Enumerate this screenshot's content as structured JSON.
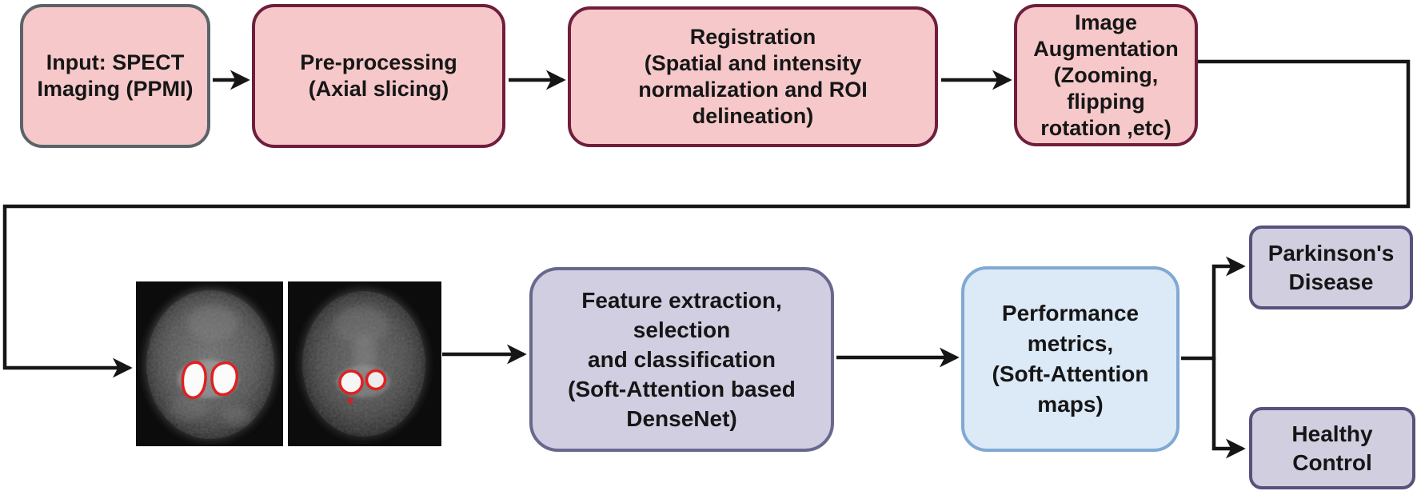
{
  "flowchart": {
    "stages": [
      {
        "id": "input",
        "label": "Input: SPECT\nImaging (PPMI)"
      },
      {
        "id": "preprocessing",
        "label": "Pre-processing\n(Axial slicing)"
      },
      {
        "id": "registration",
        "label": "Registration\n(Spatial and intensity\nnormalization and ROI\ndelineation)"
      },
      {
        "id": "augmentation",
        "label": "Image\nAugmentation\n(Zooming, flipping\nrotation ,etc)"
      }
    ],
    "images": [
      {
        "id": "spect-slice-normal",
        "name": "spect-axial-slice-with-roi-normal-uptake"
      },
      {
        "id": "spect-slice-reduced",
        "name": "spect-axial-slice-with-roi-reduced-uptake"
      }
    ],
    "process": [
      {
        "id": "feature",
        "label": "Feature extraction, selection\nand classification\n(Soft-Attention based\nDenseNet)"
      },
      {
        "id": "performance",
        "label": "Performance\nmetrics,\n(Soft-Attention\nmaps)"
      }
    ],
    "outcomes": [
      {
        "id": "pd",
        "label": "Parkinson's\nDisease"
      },
      {
        "id": "hc",
        "label": "Healthy\nControl"
      }
    ],
    "edges": [
      {
        "from": "input",
        "to": "preprocessing"
      },
      {
        "from": "preprocessing",
        "to": "registration"
      },
      {
        "from": "registration",
        "to": "augmentation"
      },
      {
        "from": "augmentation",
        "to": "spect-slice-normal"
      },
      {
        "from": "spect-slice-reduced",
        "to": "feature"
      },
      {
        "from": "feature",
        "to": "performance"
      },
      {
        "from": "performance",
        "to": "pd"
      },
      {
        "from": "performance",
        "to": "hc"
      }
    ]
  },
  "colors": {
    "bg": "#ffffff",
    "text": "#161616",
    "line": "#161616",
    "stage_fill": "#f6c8ca",
    "stage_border": "#6f1e3c",
    "input_border": "#5a6468",
    "model_fill": "#d2cee1",
    "model_border": "#68688f",
    "metrics_fill": "#dce9f7",
    "metrics_border": "#80a9d3",
    "output_fill": "#d1cee0",
    "output_border": "#55527b",
    "roi_contour": "#e02020"
  }
}
